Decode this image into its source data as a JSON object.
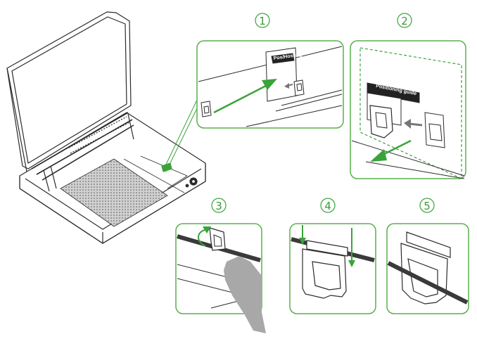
{
  "steps": [
    {
      "label": "1"
    },
    {
      "label": "2"
    },
    {
      "label": "3"
    },
    {
      "label": "4"
    },
    {
      "label": "5"
    }
  ],
  "panel1": {
    "sign_text": "Pos/Hosting"
  },
  "panel2": {
    "sign_text": "Positioning guide"
  },
  "colors": {
    "accent": "#3aa33a",
    "line": "#2b2b2b",
    "panel_border": "#59b04c"
  },
  "icons": [
    "laser-engraver-illustration",
    "clip-icon",
    "arrow-icon",
    "hand-icon",
    "wire-icon"
  ]
}
